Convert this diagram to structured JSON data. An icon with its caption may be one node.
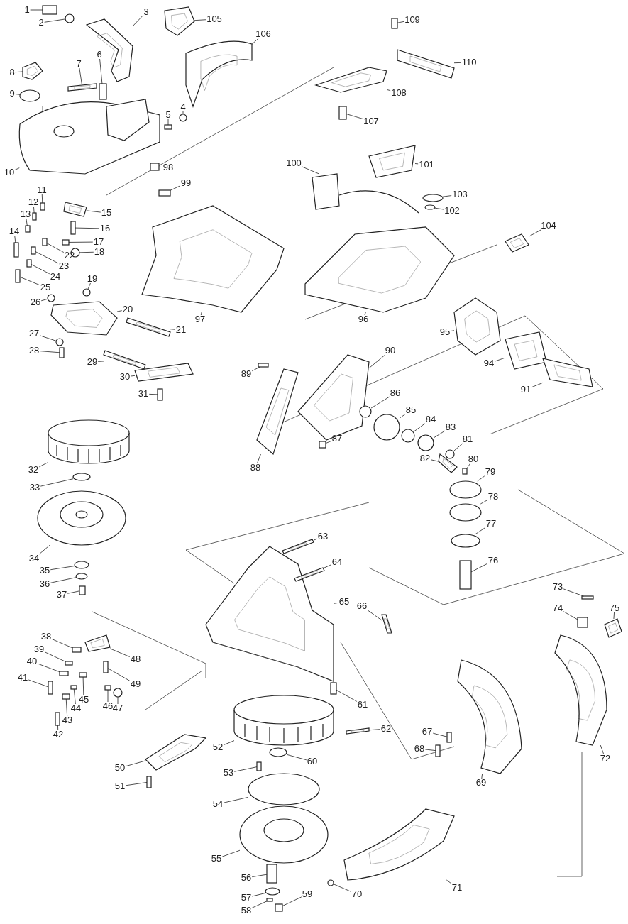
{
  "diagram": {
    "nodes": [
      {
        "text": [
          "1"
        ]
      },
      {
        "text": [
          "2"
        ]
      },
      {
        "text": [
          "3"
        ]
      },
      {
        "text": [
          "105"
        ]
      },
      {
        "text": [
          "106"
        ]
      },
      {
        "text": [
          "109"
        ]
      },
      {
        "text": [
          "110"
        ]
      },
      {
        "text": [
          "6"
        ]
      },
      {
        "text": [
          "7"
        ]
      },
      {
        "text": [
          "8"
        ]
      },
      {
        "text": [
          "9"
        ]
      },
      {
        "text": [
          "5"
        ]
      },
      {
        "text": [
          "4"
        ]
      },
      {
        "text": [
          "108"
        ]
      },
      {
        "text": [
          "107"
        ]
      },
      {
        "text": [
          "10"
        ]
      },
      {
        "text": [
          "11"
        ]
      },
      {
        "text": [
          "12"
        ]
      },
      {
        "text": [
          "13"
        ]
      },
      {
        "text": [
          "14"
        ]
      },
      {
        "text": [
          "15"
        ]
      },
      {
        "text": [
          "16"
        ]
      },
      {
        "text": [
          "17"
        ]
      },
      {
        "text": [
          "18"
        ]
      },
      {
        "text": [
          "22"
        ]
      },
      {
        "text": [
          "23"
        ]
      },
      {
        "text": [
          "24"
        ]
      },
      {
        "text": [
          "25"
        ]
      },
      {
        "text": [
          "19"
        ]
      },
      {
        "text": [
          "26"
        ]
      },
      {
        "text": [
          "20"
        ]
      },
      {
        "text": [
          "21"
        ]
      },
      {
        "text": [
          "27"
        ]
      },
      {
        "text": [
          "28"
        ]
      },
      {
        "text": [
          "29"
        ]
      },
      {
        "text": [
          "30"
        ]
      },
      {
        "text": [
          "31"
        ]
      },
      {
        "text": [
          "32"
        ]
      },
      {
        "text": [
          "33"
        ]
      },
      {
        "text": [
          "34"
        ]
      },
      {
        "text": [
          "35"
        ]
      },
      {
        "text": [
          "36"
        ]
      },
      {
        "text": [
          "37"
        ]
      },
      {
        "text": [
          "98"
        ]
      },
      {
        "text": [
          "99"
        ]
      },
      {
        "text": [
          "97"
        ]
      },
      {
        "text": [
          "100"
        ]
      },
      {
        "text": [
          "101"
        ]
      },
      {
        "text": [
          "103"
        ]
      },
      {
        "text": [
          "102"
        ]
      },
      {
        "text": [
          "104"
        ]
      },
      {
        "text": [
          "96"
        ]
      },
      {
        "text": [
          "95"
        ]
      },
      {
        "text": [
          "94"
        ]
      },
      {
        "text": [
          "91"
        ]
      },
      {
        "text": [
          "90"
        ]
      },
      {
        "text": [
          "86"
        ]
      },
      {
        "text": [
          "85"
        ]
      },
      {
        "text": [
          "84"
        ]
      },
      {
        "text": [
          "83"
        ]
      },
      {
        "text": [
          "81"
        ]
      },
      {
        "text": [
          "89"
        ]
      },
      {
        "text": [
          "87"
        ]
      },
      {
        "text": [
          "88"
        ]
      },
      {
        "text": [
          "82"
        ]
      },
      {
        "text": [
          "80"
        ]
      },
      {
        "text": [
          "79"
        ]
      },
      {
        "text": [
          "78"
        ]
      },
      {
        "text": [
          "77"
        ]
      },
      {
        "text": [
          "76"
        ]
      },
      {
        "text": [
          "63"
        ]
      },
      {
        "text": [
          "64"
        ]
      },
      {
        "text": [
          "65"
        ]
      },
      {
        "text": [
          "66"
        ]
      },
      {
        "text": [
          "73"
        ]
      },
      {
        "text": [
          "74"
        ]
      },
      {
        "text": [
          "75"
        ]
      },
      {
        "text": [
          "38"
        ]
      },
      {
        "text": [
          "39"
        ]
      },
      {
        "text": [
          "40"
        ]
      },
      {
        "text": [
          "41"
        ]
      },
      {
        "text": [
          "42"
        ]
      },
      {
        "text": [
          "43"
        ]
      },
      {
        "text": [
          "44"
        ]
      },
      {
        "text": [
          "45"
        ]
      },
      {
        "text": [
          "46"
        ]
      },
      {
        "text": [
          "47"
        ]
      },
      {
        "text": [
          "48"
        ]
      },
      {
        "text": [
          "49"
        ]
      },
      {
        "text": [
          "62"
        ]
      },
      {
        "text": [
          "61"
        ]
      },
      {
        "text": [
          "67"
        ]
      },
      {
        "text": [
          "68"
        ]
      },
      {
        "text": [
          "50"
        ]
      },
      {
        "text": [
          "51"
        ]
      },
      {
        "text": [
          "52"
        ]
      },
      {
        "text": [
          "53"
        ]
      },
      {
        "text": [
          "60"
        ]
      },
      {
        "text": [
          "54"
        ]
      },
      {
        "text": [
          "69"
        ]
      },
      {
        "text": [
          "72"
        ]
      },
      {
        "text": [
          "55"
        ]
      },
      {
        "text": [
          "56"
        ]
      },
      {
        "text": [
          "57"
        ]
      },
      {
        "text": [
          "58"
        ]
      },
      {
        "text": [
          "59"
        ]
      },
      {
        "text": [
          "70"
        ]
      },
      {
        "text": [
          "71"
        ]
      },
      {
        "text": [],
        "shape": "box"
      },
      {
        "text": [],
        "shape": "circle"
      },
      {
        "text": [],
        "shape": "picture"
      },
      {
        "text": [],
        "shape": "picture"
      },
      {
        "text": [],
        "shape": "picture"
      },
      {
        "text": [],
        "shape": "box"
      },
      {
        "text": [],
        "shape": "picture"
      },
      {
        "text": [],
        "shape": "box"
      },
      {
        "text": [],
        "shape": "picture"
      },
      {
        "text": [],
        "shape": "picture"
      },
      {
        "text": [],
        "shape": "circle"
      },
      {
        "text": [],
        "shape": "box"
      },
      {
        "text": [],
        "shape": "circle"
      },
      {
        "text": [],
        "shape": "picture"
      },
      {
        "text": [],
        "shape": "box"
      },
      {
        "text": [],
        "shape": "picture"
      },
      {
        "text": [],
        "shape": "box"
      },
      {
        "text": [],
        "shape": "box"
      },
      {
        "text": [],
        "shape": "box"
      },
      {
        "text": [],
        "shape": "box"
      },
      {
        "text": [],
        "shape": "picture"
      },
      {
        "text": [],
        "shape": "box"
      },
      {
        "text": [],
        "shape": "box"
      },
      {
        "text": [],
        "shape": "circle"
      },
      {
        "text": [],
        "shape": "box"
      },
      {
        "text": [],
        "shape": "box"
      },
      {
        "text": [],
        "shape": "box"
      },
      {
        "text": [],
        "shape": "box"
      },
      {
        "text": [],
        "shape": "circle"
      },
      {
        "text": [],
        "shape": "circle"
      },
      {
        "text": [],
        "shape": "picture"
      },
      {
        "text": [],
        "shape": "picture"
      },
      {
        "text": [],
        "shape": "circle"
      },
      {
        "text": [],
        "shape": "box"
      },
      {
        "text": [],
        "shape": "picture"
      },
      {
        "text": [],
        "shape": "picture"
      },
      {
        "text": [],
        "shape": "box"
      },
      {
        "text": [],
        "shape": "picture"
      },
      {
        "text": [],
        "shape": "circle"
      },
      {
        "text": [],
        "shape": "picture"
      },
      {
        "text": [],
        "shape": "circle"
      },
      {
        "text": [],
        "shape": "circle"
      },
      {
        "text": [],
        "shape": "box"
      },
      {
        "text": [],
        "shape": "box"
      },
      {
        "text": [],
        "shape": "box"
      },
      {
        "text": [],
        "shape": "picture"
      },
      {
        "text": [],
        "shape": "picture"
      },
      {
        "text": [],
        "shape": "picture"
      },
      {
        "text": [],
        "shape": "circle"
      },
      {
        "text": [],
        "shape": "circle"
      },
      {
        "text": [],
        "shape": "picture"
      },
      {
        "text": [],
        "shape": "picture"
      },
      {
        "text": [],
        "shape": "picture"
      },
      {
        "text": [],
        "shape": "picture"
      },
      {
        "text": [],
        "shape": "picture"
      },
      {
        "text": [],
        "shape": "picture"
      },
      {
        "text": [],
        "shape": "circle"
      },
      {
        "text": [],
        "shape": "circle"
      },
      {
        "text": [],
        "shape": "circle"
      },
      {
        "text": [],
        "shape": "circle"
      },
      {
        "text": [],
        "shape": "circle"
      },
      {
        "text": [],
        "shape": "box"
      },
      {
        "text": [],
        "shape": "box"
      },
      {
        "text": [],
        "shape": "picture"
      },
      {
        "text": [],
        "shape": "picture"
      },
      {
        "text": [],
        "shape": "box"
      },
      {
        "text": [],
        "shape": "circle"
      },
      {
        "text": [],
        "shape": "circle"
      },
      {
        "text": [],
        "shape": "circle"
      },
      {
        "text": [],
        "shape": "box"
      },
      {
        "text": [],
        "shape": "picture"
      },
      {
        "text": [],
        "shape": "picture"
      },
      {
        "text": [],
        "shape": "picture"
      },
      {
        "text": [],
        "shape": "picture"
      },
      {
        "text": [],
        "shape": "box"
      },
      {
        "text": [],
        "shape": "box"
      },
      {
        "text": [],
        "shape": "picture"
      },
      {
        "text": [],
        "shape": "box"
      },
      {
        "text": [],
        "shape": "box"
      },
      {
        "text": [],
        "shape": "box"
      },
      {
        "text": [],
        "shape": "box"
      },
      {
        "text": [],
        "shape": "box"
      },
      {
        "text": [],
        "shape": "box"
      },
      {
        "text": [],
        "shape": "box"
      },
      {
        "text": [],
        "shape": "box"
      },
      {
        "text": [],
        "shape": "box"
      },
      {
        "text": [],
        "shape": "circle"
      },
      {
        "text": [],
        "shape": "picture"
      },
      {
        "text": [],
        "shape": "box"
      },
      {
        "text": [],
        "shape": "picture"
      },
      {
        "text": [],
        "shape": "box"
      },
      {
        "text": [],
        "shape": "box"
      },
      {
        "text": [],
        "shape": "box"
      },
      {
        "text": [],
        "shape": "picture"
      },
      {
        "text": [],
        "shape": "box"
      },
      {
        "text": [],
        "shape": "picture"
      },
      {
        "text": [],
        "shape": "box"
      },
      {
        "text": [],
        "shape": "circle"
      },
      {
        "text": [],
        "shape": "circle"
      },
      {
        "text": [],
        "shape": "picture"
      },
      {
        "text": [],
        "shape": "picture"
      },
      {
        "text": [],
        "shape": "picture"
      },
      {
        "text": [],
        "shape": "box"
      },
      {
        "text": [],
        "shape": "circle"
      },
      {
        "text": [],
        "shape": "box"
      },
      {
        "text": [],
        "shape": "box"
      },
      {
        "text": [],
        "shape": "circle"
      },
      {
        "text": [],
        "shape": "picture"
      }
    ],
    "edges": [
      {
        "from": 0,
        "to": 108,
        "arrow": "none"
      },
      {
        "from": 1,
        "to": 109,
        "arrow": "none"
      },
      {
        "from": 2,
        "to": 110,
        "arrow": "none"
      },
      {
        "from": 3,
        "to": 111,
        "arrow": "none"
      },
      {
        "from": 4,
        "to": 112,
        "arrow": "none"
      },
      {
        "from": 5,
        "to": 113,
        "arrow": "none"
      },
      {
        "from": 6,
        "to": 114,
        "arrow": "none"
      },
      {
        "from": 7,
        "to": 115,
        "arrow": "none"
      },
      {
        "from": 8,
        "to": 116,
        "arrow": "none"
      },
      {
        "from": 9,
        "to": 117,
        "arrow": "none"
      },
      {
        "from": 10,
        "to": 118,
        "arrow": "none"
      },
      {
        "from": 11,
        "to": 119,
        "arrow": "none"
      },
      {
        "from": 12,
        "to": 120,
        "arrow": "none"
      },
      {
        "from": 13,
        "to": 121,
        "arrow": "none"
      },
      {
        "from": 14,
        "to": 122,
        "arrow": "none"
      },
      {
        "from": 15,
        "to": 123,
        "arrow": "none"
      },
      {
        "from": 16,
        "to": 124,
        "arrow": "none"
      },
      {
        "from": 17,
        "to": 125,
        "arrow": "none"
      },
      {
        "from": 18,
        "to": 126,
        "arrow": "none"
      },
      {
        "from": 19,
        "to": 127,
        "arrow": "none"
      },
      {
        "from": 20,
        "to": 128,
        "arrow": "none"
      },
      {
        "from": 21,
        "to": 129,
        "arrow": "none"
      },
      {
        "from": 22,
        "to": 130,
        "arrow": "none"
      },
      {
        "from": 23,
        "to": 131,
        "arrow": "none"
      },
      {
        "from": 24,
        "to": 132,
        "arrow": "none"
      },
      {
        "from": 25,
        "to": 133,
        "arrow": "none"
      },
      {
        "from": 26,
        "to": 134,
        "arrow": "none"
      },
      {
        "from": 27,
        "to": 135,
        "arrow": "none"
      },
      {
        "from": 28,
        "to": 136,
        "arrow": "none"
      },
      {
        "from": 29,
        "to": 137,
        "arrow": "none"
      },
      {
        "from": 30,
        "to": 138,
        "arrow": "none"
      },
      {
        "from": 31,
        "to": 139,
        "arrow": "none"
      },
      {
        "from": 32,
        "to": 140,
        "arrow": "none"
      },
      {
        "from": 33,
        "to": 141,
        "arrow": "none"
      },
      {
        "from": 34,
        "to": 142,
        "arrow": "none"
      },
      {
        "from": 35,
        "to": 143,
        "arrow": "none"
      },
      {
        "from": 36,
        "to": 144,
        "arrow": "none"
      },
      {
        "from": 37,
        "to": 145,
        "arrow": "none"
      },
      {
        "from": 38,
        "to": 146,
        "arrow": "none"
      },
      {
        "from": 39,
        "to": 147,
        "arrow": "none"
      },
      {
        "from": 40,
        "to": 148,
        "arrow": "none"
      },
      {
        "from": 41,
        "to": 149,
        "arrow": "none"
      },
      {
        "from": 42,
        "to": 150,
        "arrow": "none"
      },
      {
        "from": 43,
        "to": 151,
        "arrow": "none"
      },
      {
        "from": 44,
        "to": 152,
        "arrow": "none"
      },
      {
        "from": 45,
        "to": 153,
        "arrow": "none"
      },
      {
        "from": 46,
        "to": 154,
        "arrow": "none"
      },
      {
        "from": 47,
        "to": 155,
        "arrow": "none"
      },
      {
        "from": 48,
        "to": 156,
        "arrow": "none"
      },
      {
        "from": 49,
        "to": 157,
        "arrow": "none"
      },
      {
        "from": 50,
        "to": 158,
        "arrow": "none"
      },
      {
        "from": 51,
        "to": 159,
        "arrow": "none"
      },
      {
        "from": 52,
        "to": 160,
        "arrow": "none"
      },
      {
        "from": 53,
        "to": 161,
        "arrow": "none"
      },
      {
        "from": 54,
        "to": 162,
        "arrow": "none"
      },
      {
        "from": 55,
        "to": 163,
        "arrow": "none"
      },
      {
        "from": 56,
        "to": 164,
        "arrow": "none"
      },
      {
        "from": 57,
        "to": 165,
        "arrow": "none"
      },
      {
        "from": 58,
        "to": 166,
        "arrow": "none"
      },
      {
        "from": 59,
        "to": 167,
        "arrow": "none"
      },
      {
        "from": 60,
        "to": 168,
        "arrow": "none"
      },
      {
        "from": 61,
        "to": 169,
        "arrow": "none"
      },
      {
        "from": 62,
        "to": 170,
        "arrow": "none"
      },
      {
        "from": 63,
        "to": 171,
        "arrow": "none"
      },
      {
        "from": 64,
        "to": 172,
        "arrow": "none"
      },
      {
        "from": 65,
        "to": 173,
        "arrow": "none"
      },
      {
        "from": 66,
        "to": 174,
        "arrow": "none"
      },
      {
        "from": 67,
        "to": 175,
        "arrow": "none"
      },
      {
        "from": 68,
        "to": 176,
        "arrow": "none"
      },
      {
        "from": 69,
        "to": 177,
        "arrow": "none"
      },
      {
        "from": 70,
        "to": 178,
        "arrow": "none"
      },
      {
        "from": 71,
        "to": 179,
        "arrow": "none"
      },
      {
        "from": 72,
        "to": 180,
        "arrow": "none"
      },
      {
        "from": 73,
        "to": 181,
        "arrow": "none"
      },
      {
        "from": 74,
        "to": 182,
        "arrow": "none"
      },
      {
        "from": 75,
        "to": 183,
        "arrow": "none"
      },
      {
        "from": 76,
        "to": 184,
        "arrow": "none"
      },
      {
        "from": 77,
        "to": 185,
        "arrow": "none"
      },
      {
        "from": 78,
        "to": 186,
        "arrow": "none"
      },
      {
        "from": 79,
        "to": 187,
        "arrow": "none"
      },
      {
        "from": 80,
        "to": 188,
        "arrow": "none"
      },
      {
        "from": 81,
        "to": 189,
        "arrow": "none"
      },
      {
        "from": 82,
        "to": 190,
        "arrow": "none"
      },
      {
        "from": 83,
        "to": 191,
        "arrow": "none"
      },
      {
        "from": 84,
        "to": 192,
        "arrow": "none"
      },
      {
        "from": 85,
        "to": 193,
        "arrow": "none"
      },
      {
        "from": 86,
        "to": 194,
        "arrow": "none"
      },
      {
        "from": 87,
        "to": 195,
        "arrow": "none"
      },
      {
        "from": 88,
        "to": 196,
        "arrow": "none"
      },
      {
        "from": 89,
        "to": 197,
        "arrow": "none"
      },
      {
        "from": 90,
        "to": 198,
        "arrow": "none"
      },
      {
        "from": 91,
        "to": 199,
        "arrow": "none"
      },
      {
        "from": 92,
        "to": 200,
        "arrow": "none"
      },
      {
        "from": 93,
        "to": 201,
        "arrow": "none"
      },
      {
        "from": 94,
        "to": 202,
        "arrow": "none"
      },
      {
        "from": 95,
        "to": 203,
        "arrow": "none"
      },
      {
        "from": 96,
        "to": 204,
        "arrow": "none"
      },
      {
        "from": 97,
        "to": 205,
        "arrow": "none"
      },
      {
        "from": 98,
        "to": 206,
        "arrow": "none"
      },
      {
        "from": 99,
        "to": 207,
        "arrow": "none"
      },
      {
        "from": 100,
        "to": 208,
        "arrow": "none"
      },
      {
        "from": 101,
        "to": 209,
        "arrow": "none"
      },
      {
        "from": 102,
        "to": 210,
        "arrow": "none"
      },
      {
        "from": 103,
        "to": 211,
        "arrow": "none"
      },
      {
        "from": 104,
        "to": 212,
        "arrow": "none"
      },
      {
        "from": 105,
        "to": 213,
        "arrow": "none"
      },
      {
        "from": 106,
        "to": 214,
        "arrow": "none"
      },
      {
        "from": 107,
        "to": 215,
        "arrow": "none"
      }
    ]
  }
}
